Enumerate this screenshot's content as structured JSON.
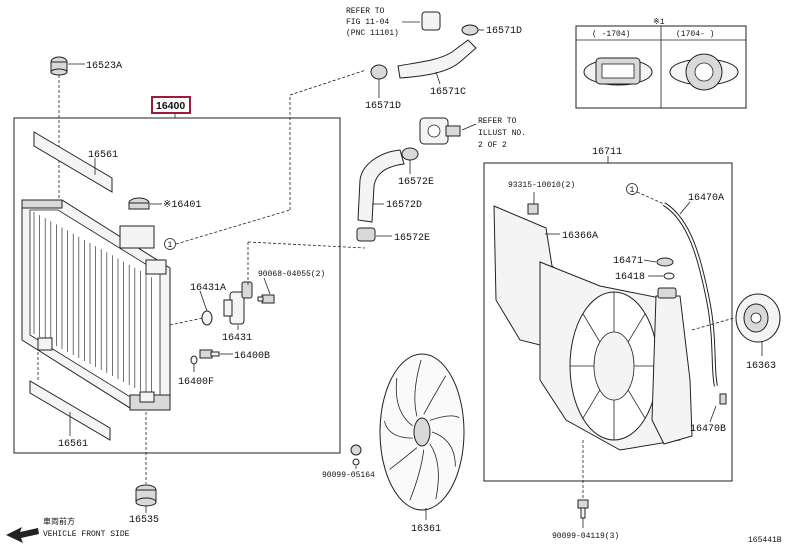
{
  "diagram": {
    "highlighted_part": "16400",
    "parts": {
      "p16523A": "16523A",
      "p16400": "16400",
      "p16561_top": "16561",
      "p16401": "※16401",
      "p16431A": "16431A",
      "p90068": "90068-04055(2)",
      "p16431": "16431",
      "p16400B": "16400B",
      "p16400F": "16400F",
      "p16561_bot": "16561",
      "p16535": "16535",
      "p16571D_top": "16571D",
      "p16571D_mid": "16571D",
      "p16571C": "16571C",
      "p16572E_top": "16572E",
      "p16572D": "16572D",
      "p16572E_bot": "16572E",
      "p90099_05164": "90099-05164",
      "p16361": "16361",
      "p16711": "16711",
      "p93315": "93315-10010(2)",
      "p16366A": "16366A",
      "p16471": "16471",
      "p16418": "16418",
      "p16470A": "16470A",
      "p16470B": "16470B",
      "p16363": "16363",
      "p90099_04119": "90099-04119(3)",
      "figure_code": "165441B"
    },
    "refer_fig": [
      "REFER TO",
      "FIG 11-04",
      "(PNC 11101)"
    ],
    "refer_illust": [
      "REFER TO",
      "ILLUST NO.",
      "2 OF 2"
    ],
    "inset": {
      "note": "※1",
      "col1": "(   -1704)",
      "col2": "(1704-   )"
    },
    "callout_marker": "1",
    "vehicle_front": {
      "jp": "車両前方",
      "en": "VEHICLE FRONT SIDE"
    }
  }
}
